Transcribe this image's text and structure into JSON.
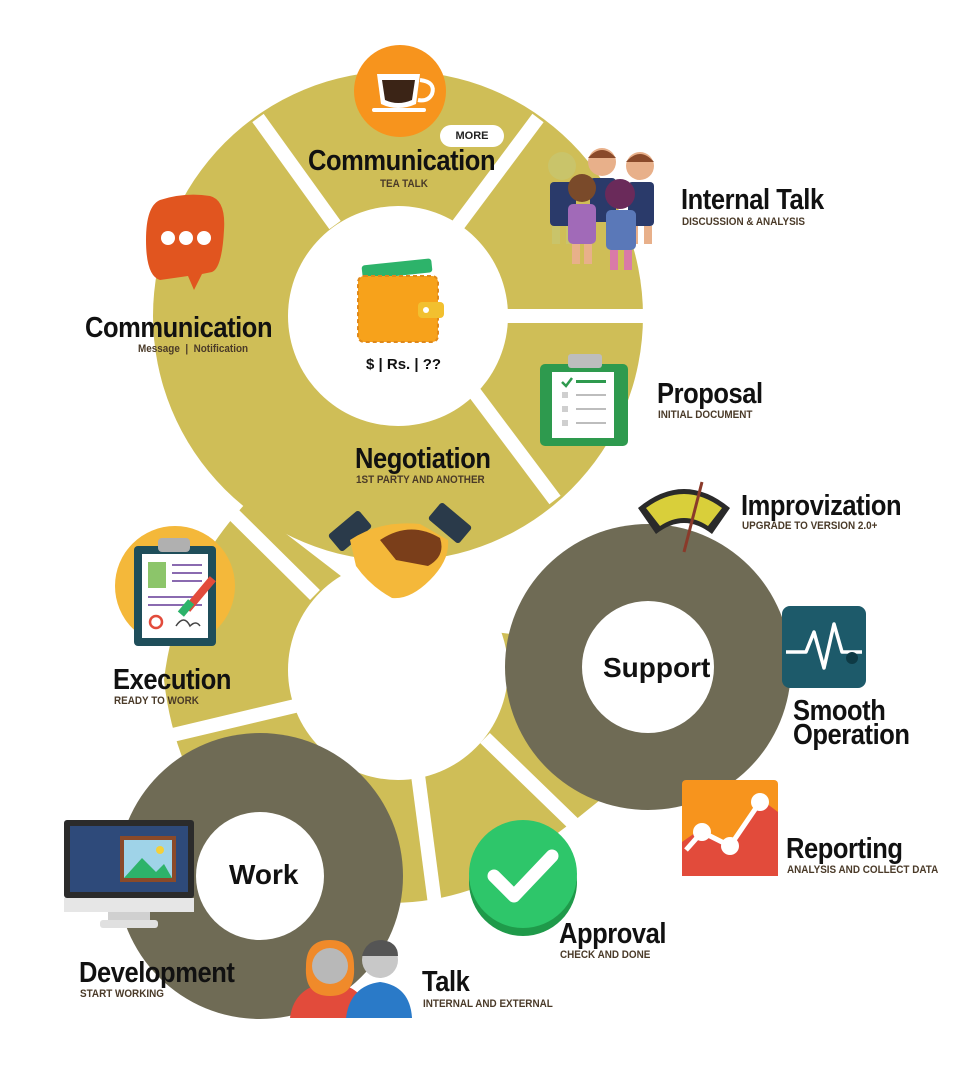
{
  "colors": {
    "ring_gold": "#cfbe57",
    "ring_dark": "#6f6b55",
    "label_dark": "#111111",
    "sub_brown": "#4a3a28"
  },
  "center": {
    "money": "$ | Rs. | ??",
    "support": "Support",
    "work": "Work"
  },
  "more_button": "MORE",
  "steps": [
    {
      "id": "communication-tea",
      "title": "Communication",
      "subtitle": "TEA TALK",
      "icon": "coffee-cup-icon"
    },
    {
      "id": "internal-talk",
      "title": "Internal Talk",
      "subtitle": "DISCUSSION & ANALYSIS",
      "icon": "team-people-icon"
    },
    {
      "id": "proposal",
      "title": "Proposal",
      "subtitle": "INITIAL DOCUMENT",
      "icon": "clipboard-checklist-icon"
    },
    {
      "id": "negotiation",
      "title": "Negotiation",
      "subtitle": "1ST PARTY AND ANOTHER",
      "icon": "wallet-icon"
    },
    {
      "id": "communication-message",
      "title": "Communication",
      "subtitle": "Message  |  Notification",
      "icon": "chat-bubble-icon"
    },
    {
      "id": "execution",
      "title": "Execution",
      "subtitle": "READY TO WORK",
      "icon": "contract-document-icon"
    },
    {
      "id": "development",
      "title": "Development",
      "subtitle": "START WORKING",
      "icon": "monitor-icon"
    },
    {
      "id": "talk",
      "title": "Talk",
      "subtitle": "INTERNAL AND EXTERNAL",
      "icon": "people-talk-icon"
    },
    {
      "id": "approval",
      "title": "Approval",
      "subtitle": "CHECK AND DONE",
      "icon": "checkmark-icon"
    },
    {
      "id": "improvization",
      "title": "Improvization",
      "subtitle": "UPGRADE TO VERSION 2.0+",
      "icon": "gauge-icon"
    },
    {
      "id": "smooth-operation",
      "title_line1": "Smooth",
      "title_line2": "Operation",
      "icon": "heartbeat-monitor-icon"
    },
    {
      "id": "reporting",
      "title": "Reporting",
      "subtitle": "ANALYSIS AND COLLECT DATA",
      "icon": "line-graph-icon"
    }
  ]
}
